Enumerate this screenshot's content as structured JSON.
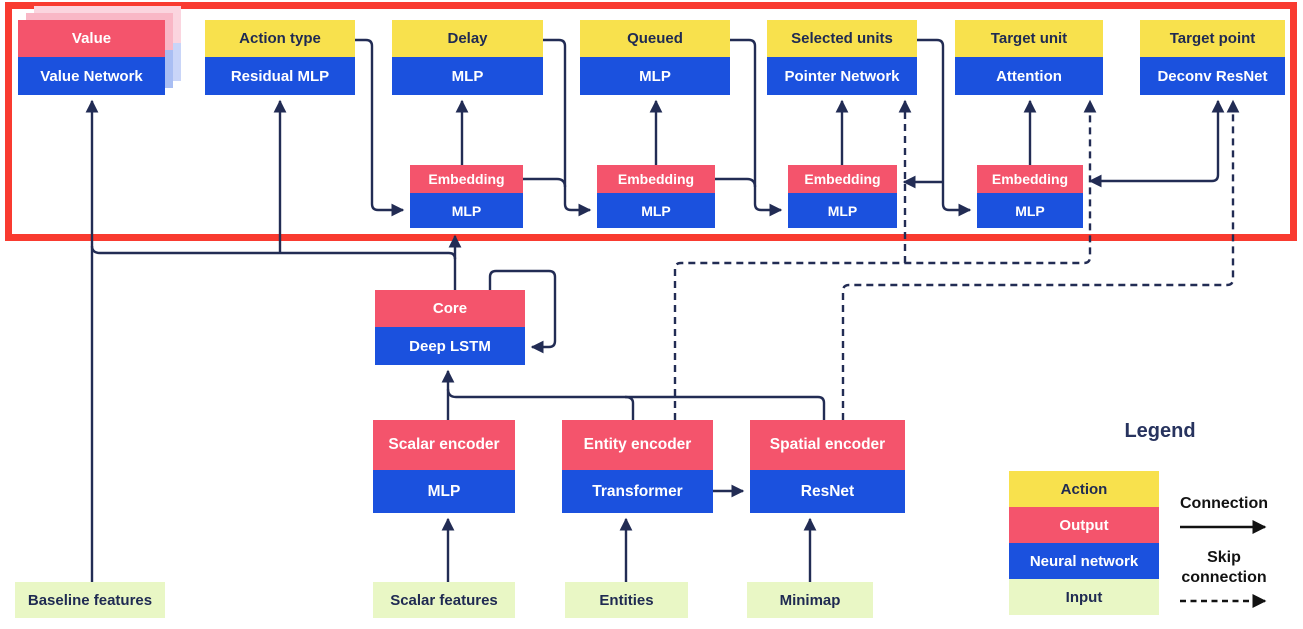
{
  "colors": {
    "action_yellow": "#f8e14d",
    "output_pink": "#f4546c",
    "network_blue": "#1b51de",
    "input_green": "#e9f7c5",
    "line_navy": "#222c54",
    "frame_red": "#f93b30",
    "legend_black": "#121212"
  },
  "heads": [
    {
      "label": "Value",
      "network": "Value Network",
      "header_type": "output"
    },
    {
      "label": "Action type",
      "network": "Residual MLP",
      "header_type": "action"
    },
    {
      "label": "Delay",
      "network": "MLP",
      "header_type": "action"
    },
    {
      "label": "Queued",
      "network": "MLP",
      "header_type": "action"
    },
    {
      "label": "Selected units",
      "network": "Pointer Network",
      "header_type": "action"
    },
    {
      "label": "Target unit",
      "network": "Attention",
      "header_type": "action"
    },
    {
      "label": "Target point",
      "network": "Deconv ResNet",
      "header_type": "action"
    }
  ],
  "embeddings": [
    {
      "label": "Embedding",
      "network": "MLP"
    },
    {
      "label": "Embedding",
      "network": "MLP"
    },
    {
      "label": "Embedding",
      "network": "MLP"
    },
    {
      "label": "Embedding",
      "network": "MLP"
    }
  ],
  "core": {
    "label": "Core",
    "network": "Deep LSTM"
  },
  "encoders": [
    {
      "label": "Scalar encoder",
      "network": "MLP"
    },
    {
      "label": "Entity encoder",
      "network": "Transformer"
    },
    {
      "label": "Spatial encoder",
      "network": "ResNet"
    }
  ],
  "inputs": [
    "Baseline features",
    "Scalar features",
    "Entities",
    "Minimap"
  ],
  "legend": {
    "title": "Legend",
    "items": [
      {
        "label": "Action",
        "color": "#f8e14d",
        "text": "#1f2a52"
      },
      {
        "label": "Output",
        "color": "#f4546c",
        "text": "#ffffff"
      },
      {
        "label": "Neural network",
        "color": "#1b51de",
        "text": "#ffffff"
      },
      {
        "label": "Input",
        "color": "#e9f7c5",
        "text": "#1f2a52"
      }
    ],
    "connection_label": "Connection",
    "skip_connection_label": "Skip connection"
  }
}
